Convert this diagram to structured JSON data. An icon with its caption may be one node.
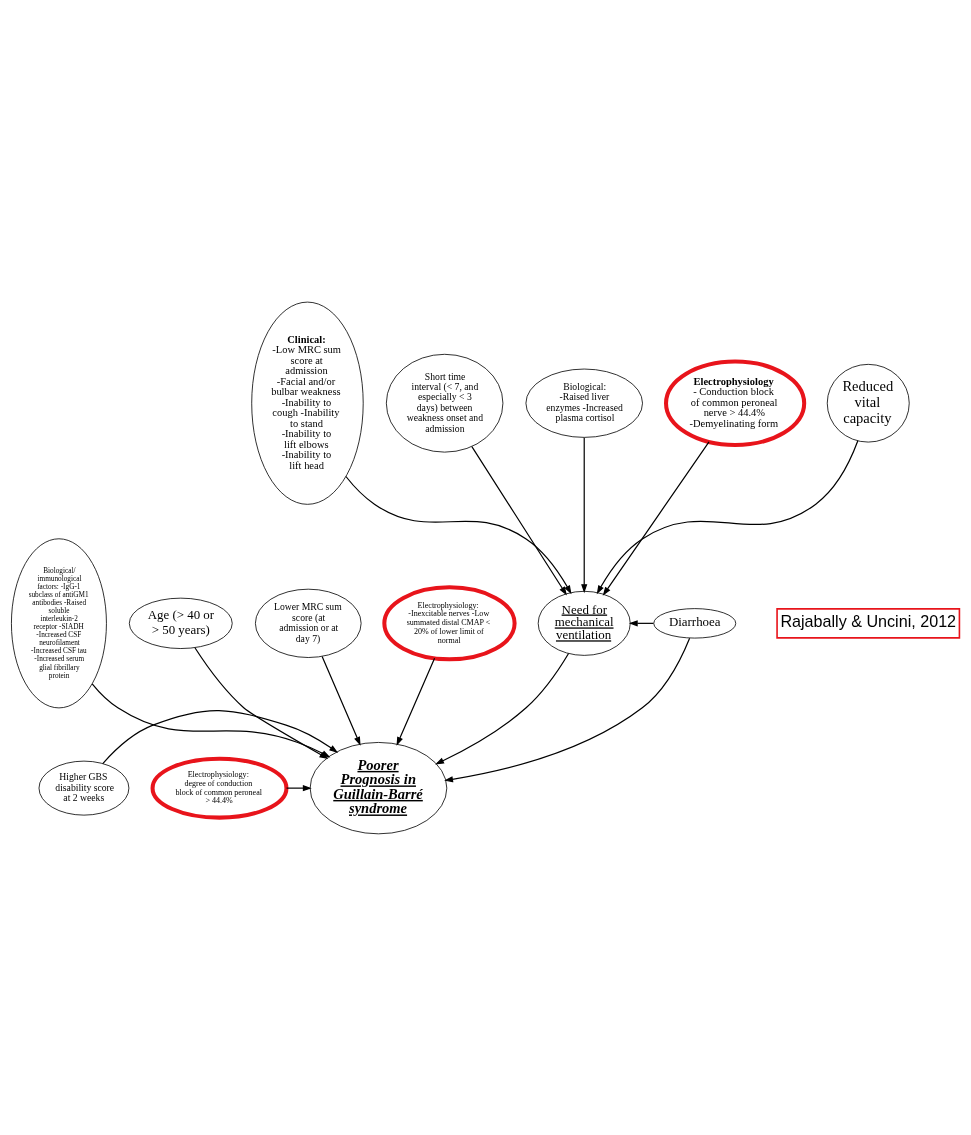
{
  "diagram": {
    "nodes": [
      {
        "text": [
          "Biological/ immunological factors: -IgG-1 subclass of antiGM1 antibodies -Raised soluble interleukin-2 receptor -SIADH -Increased CSF neurofilament -Increased CSF tau -Increased serum glial fibrillary protein"
        ]
      },
      {
        "text": [
          "Age (> 40 or > 50 years)"
        ]
      },
      {
        "text": [
          "Lower MRC sum score (at admission or at day 7)"
        ]
      },
      {
        "text": [
          "Electrophysiology: degree of conduction block of common peroneal > 44.4%"
        ]
      },
      {
        "text": [
          "Poorer Prognosis in Guillain-Barré syndrome"
        ]
      },
      {
        "text": [
          "Higher GBS disability score at 2 weeks"
        ]
      },
      {
        "text": [
          "Electrophysiology: -Inexcitable nerves -Low summated distal CMAP < 20% of lower limit of normal"
        ]
      },
      {
        "text": [
          "Need for mechanical ventilation"
        ]
      },
      {
        "text": [
          "Diarrhoea"
        ]
      },
      {
        "text": [
          "Clinical:",
          "-Low MRC sum score at admission -Facial and/or bulbar weakness -Inability to cough -Inability to stand -Inability to lift elbows -Inability to lift head"
        ]
      },
      {
        "text": [
          "Short time interval (< 7, and especially < 3 days) between weakness onset and admission"
        ]
      },
      {
        "text": [
          "Reduced vital capacity"
        ]
      },
      {
        "text": [
          "Biological: -Raised liver enzymes -Increased plasma cortisol"
        ]
      },
      {
        "text": [
          "Electrophysiology",
          "- Conduction block of common peroneal nerve > 44.4% -Demyelinating form"
        ]
      }
    ],
    "edges": [
      {
        "from": 0,
        "to": 4,
        "arrow": "to"
      },
      {
        "from": 1,
        "to": 4,
        "arrow": "to"
      },
      {
        "from": 2,
        "to": 4,
        "arrow": "to"
      },
      {
        "from": 3,
        "to": 4,
        "arrow": "to"
      },
      {
        "from": 5,
        "to": 4,
        "arrow": "to"
      },
      {
        "from": 6,
        "to": 4,
        "arrow": "to"
      },
      {
        "from": 7,
        "to": 4,
        "arrow": "to"
      },
      {
        "from": 8,
        "to": 4,
        "arrow": "to"
      },
      {
        "from": 8,
        "to": 7,
        "arrow": "to"
      },
      {
        "from": 9,
        "to": 7,
        "arrow": "to"
      },
      {
        "from": 10,
        "to": 7,
        "arrow": "to"
      },
      {
        "from": 11,
        "to": 7,
        "arrow": "to"
      },
      {
        "from": 12,
        "to": 7,
        "arrow": "to"
      },
      {
        "from": 13,
        "to": 7,
        "arrow": "to"
      }
    ],
    "labels": [
      "Rajabally & Uncini, 2012"
    ]
  }
}
